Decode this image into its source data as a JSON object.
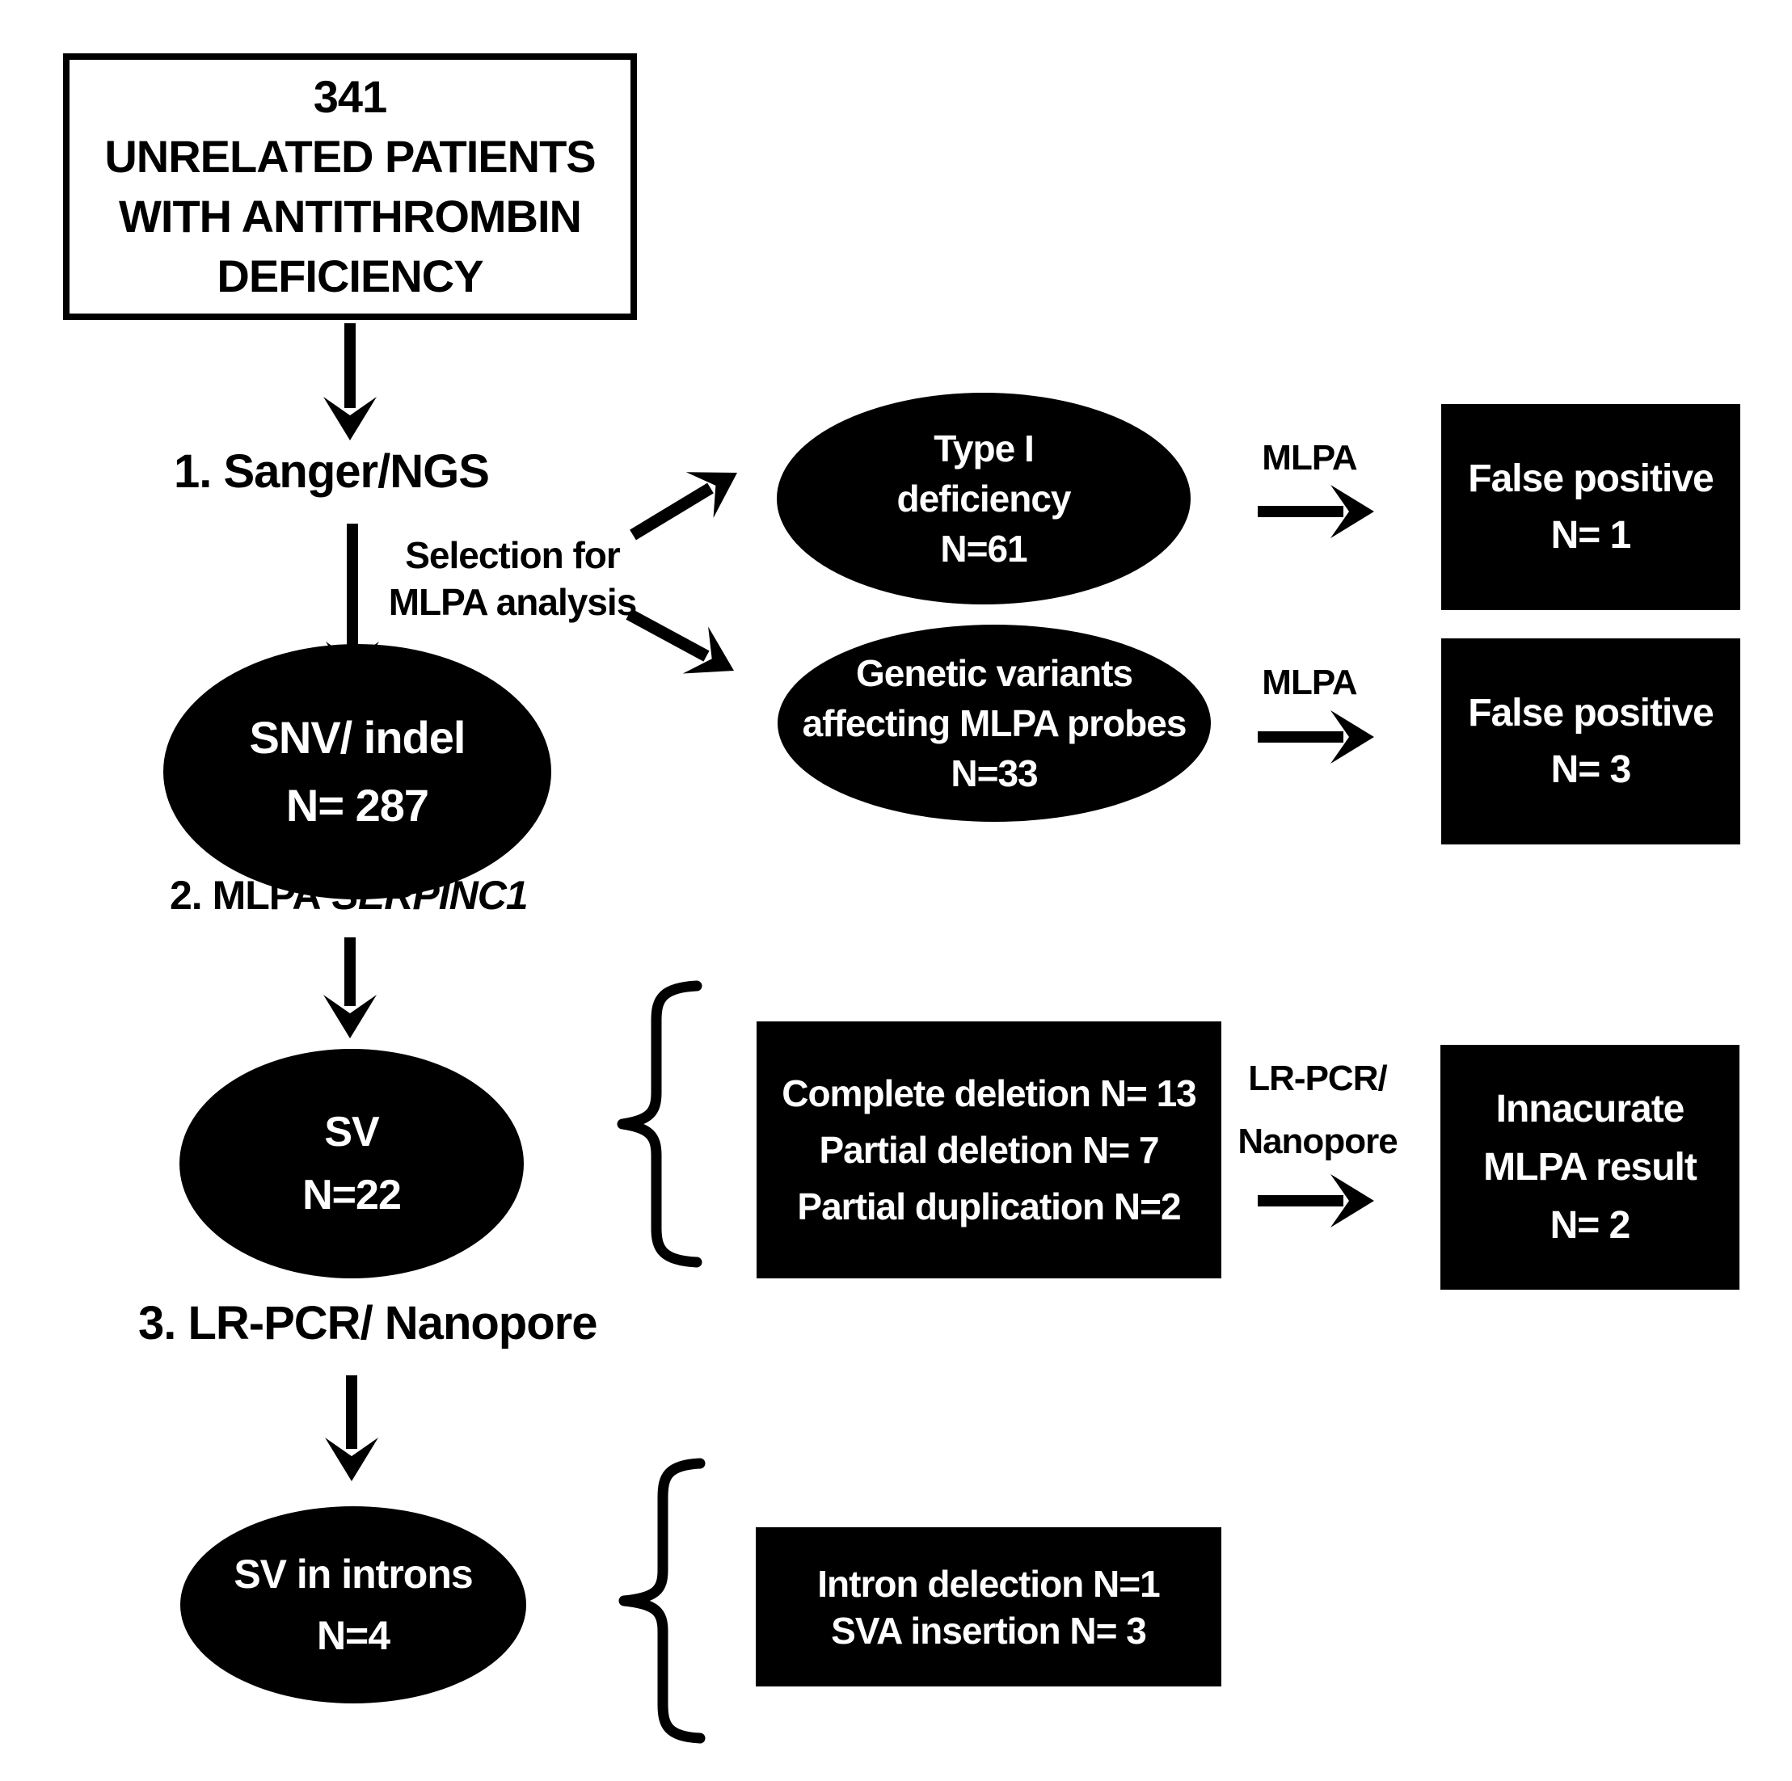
{
  "flow": {
    "colors": {
      "shape_fill": "#000000",
      "shape_text": "#ffffff",
      "text": "#000000",
      "bg": "#ffffff"
    },
    "top_box": {
      "lines": [
        "341",
        "UNRELATED PATIENTS",
        "WITH ANTITHROMBIN",
        "DEFICIENCY"
      ]
    },
    "steps": {
      "step1": "1. Sanger/NGS",
      "step2_prefix": "2. MLPA",
      "step2_gene": "SERPINC1",
      "step3": "3. LR-PCR/ Nanopore"
    },
    "selection_label": {
      "lines": [
        "Selection for",
        "MLPA analysis"
      ]
    },
    "ellipses": {
      "type1": {
        "lines": [
          "Type I",
          "deficiency",
          "N=61"
        ]
      },
      "variants": {
        "lines": [
          "Genetic variants",
          "affecting MLPA probes",
          "N=33"
        ]
      },
      "snv": {
        "lines": [
          "SNV/ indel",
          "N= 287"
        ]
      },
      "sv": {
        "lines": [
          "SV",
          "N=22"
        ]
      },
      "introns": {
        "lines": [
          "SV in introns",
          "N=4"
        ]
      }
    },
    "arrow_labels": {
      "mlpa1": "MLPA",
      "mlpa2": "MLPA",
      "lrpcr": {
        "lines": [
          "LR-PCR/",
          "Nanopore"
        ]
      }
    },
    "boxes": {
      "fp1": {
        "lines": [
          "False positive",
          "N= 1"
        ]
      },
      "fp3": {
        "lines": [
          "False positive",
          "N= 3"
        ]
      },
      "sv_types": {
        "lines": [
          "Complete deletion N= 13",
          "Partial deletion N= 7",
          "Partial duplication N=2"
        ]
      },
      "inaccurate": {
        "lines": [
          "Innacurate",
          "MLPA result",
          "N= 2"
        ]
      },
      "introns": {
        "lines": [
          "Intron delection N=1",
          "SVA insertion  N= 3"
        ]
      }
    }
  }
}
